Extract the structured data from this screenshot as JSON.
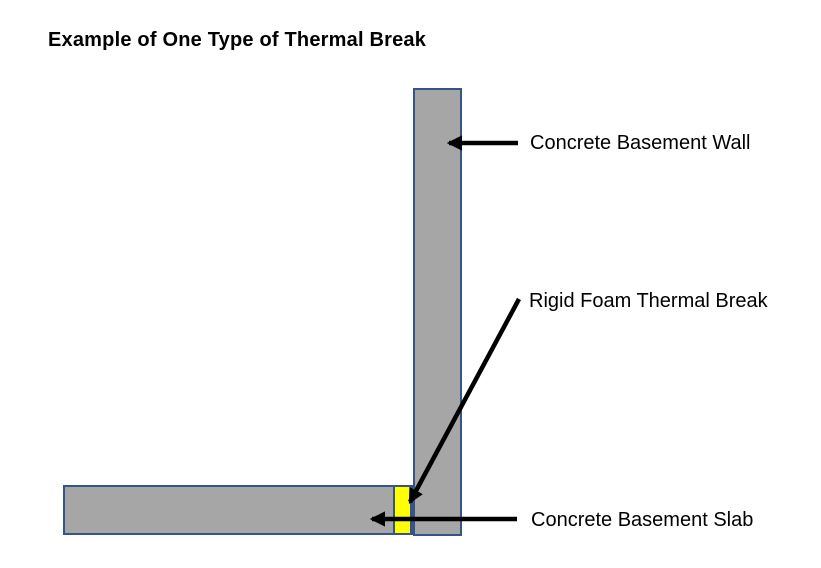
{
  "title": "Example of One Type of Thermal Break",
  "labels": {
    "wall": "Concrete Basement Wall",
    "thermal_break": "Rigid Foam Thermal Break",
    "slab": "Concrete Basement Slab"
  },
  "colors": {
    "background": "#ffffff",
    "text": "#000000",
    "concrete_fill": "#a6a6a6",
    "shape_outline": "#35548b",
    "thermal_break_fill": "#ffff00",
    "arrow": "#000000"
  }
}
